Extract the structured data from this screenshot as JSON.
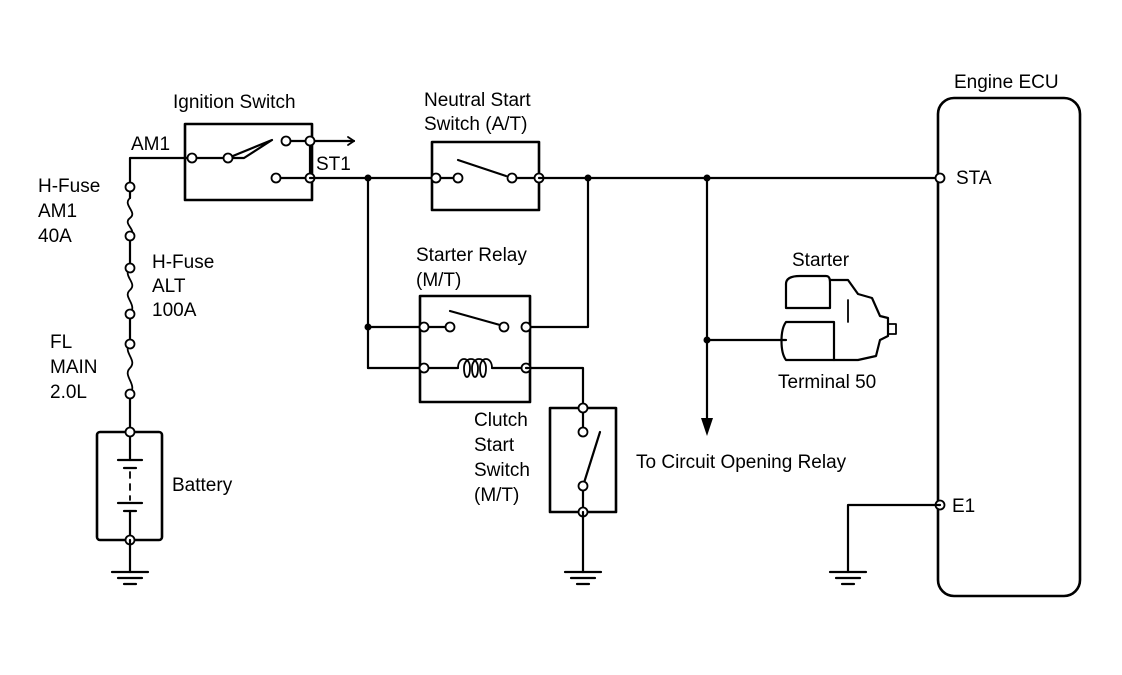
{
  "labels": {
    "ignition_switch": "Ignition Switch",
    "am1": "AM1",
    "st1": "ST1",
    "neutral_start_1": "Neutral Start",
    "neutral_start_2": "Switch (A/T)",
    "engine_ecu": "Engine ECU",
    "sta": "STA",
    "e1": "E1",
    "hfuse_am1_1": "H-Fuse",
    "hfuse_am1_2": "AM1",
    "hfuse_am1_3": "40A",
    "hfuse_alt_1": "H-Fuse",
    "hfuse_alt_2": "ALT",
    "hfuse_alt_3": "100A",
    "fl_1": "FL",
    "fl_2": "MAIN",
    "fl_3": "2.0L",
    "battery": "Battery",
    "starter_relay_1": "Starter Relay",
    "starter_relay_2": "(M/T)",
    "starter": "Starter",
    "terminal_50": "Terminal 50",
    "clutch_1": "Clutch",
    "clutch_2": "Start",
    "clutch_3": "Switch",
    "clutch_4": "(M/T)",
    "to_cor": "To Circuit Opening Relay"
  }
}
